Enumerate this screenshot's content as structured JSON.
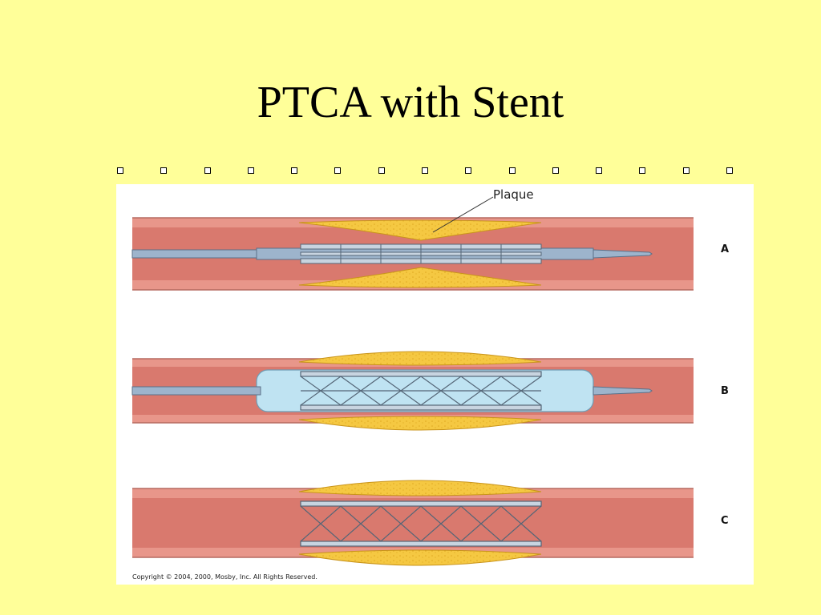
{
  "slide": {
    "title": "PTCA with Stent",
    "bullet_count": 15
  },
  "figure": {
    "plaque_label": "Plaque",
    "panels": [
      {
        "label": "A"
      },
      {
        "label": "B"
      },
      {
        "label": "C"
      }
    ],
    "copyright": "Copyright © 2004, 2000, Mosby, Inc. All Rights Reserved."
  },
  "colors": {
    "background": "#FFFF99",
    "artery_wall": "#E8968A",
    "artery_lumen": "#D9796E",
    "plaque": "#F5C842",
    "stent": "#8FA3B8",
    "balloon": "#BFE3F2",
    "catheter": "#9DB4CC"
  }
}
